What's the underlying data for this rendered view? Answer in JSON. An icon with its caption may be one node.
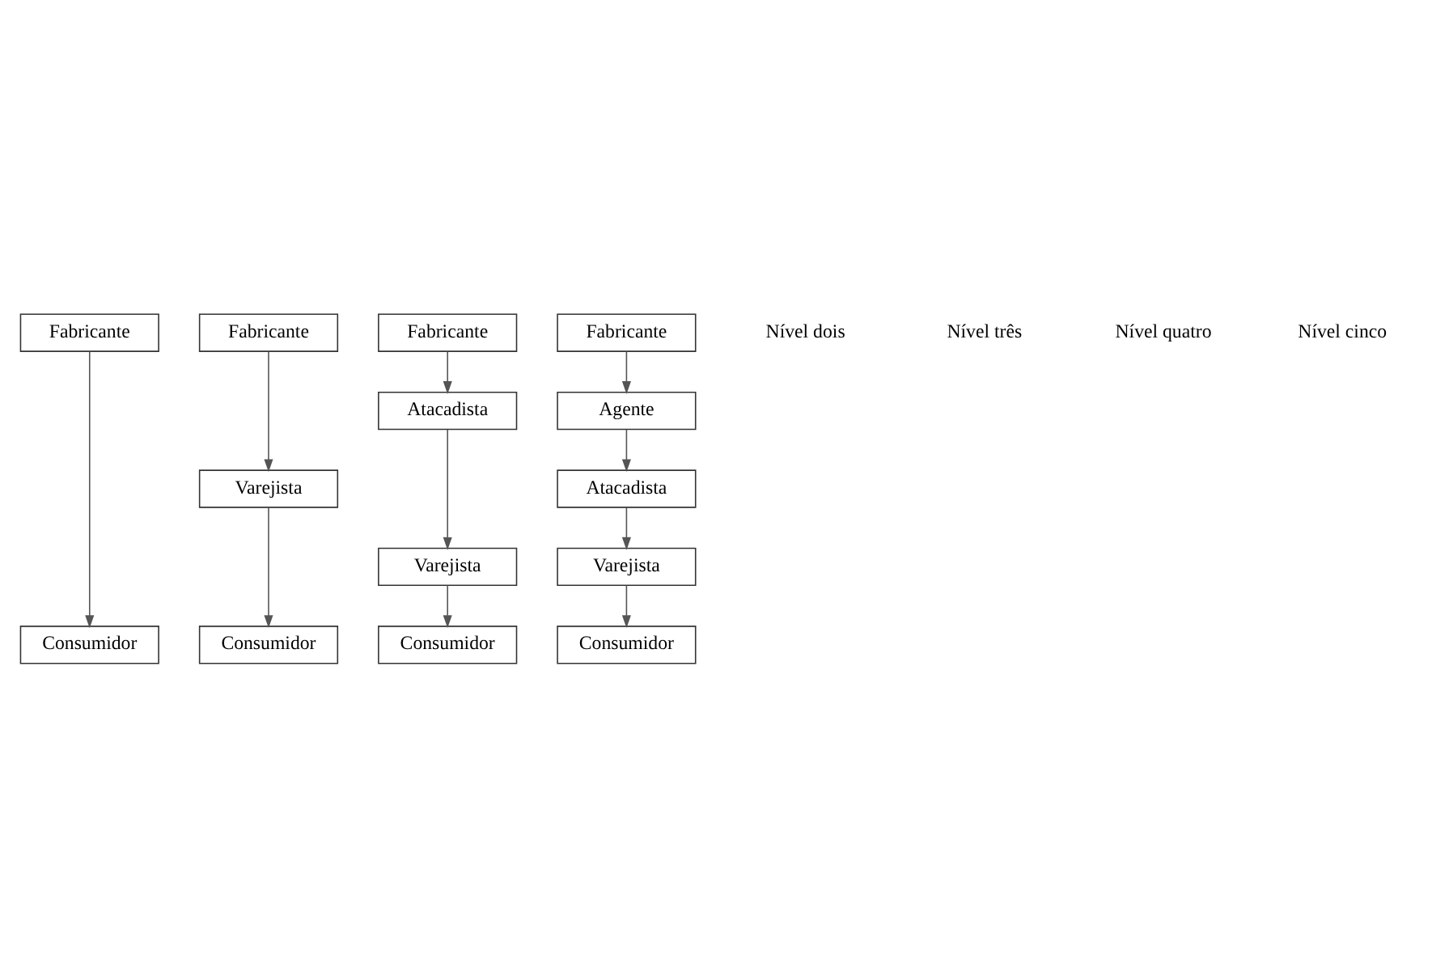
{
  "diagram": {
    "nodes": [
      {
        "text": [
          "Fabricante"
        ]
      },
      {
        "text": [
          "Consumidor"
        ]
      },
      {
        "text": [
          "Fabricante"
        ]
      },
      {
        "text": [
          "Varejista"
        ]
      },
      {
        "text": [
          "Consumidor"
        ]
      },
      {
        "text": [
          "Fabricante"
        ]
      },
      {
        "text": [
          "Atacadista"
        ]
      },
      {
        "text": [
          "Varejista"
        ]
      },
      {
        "text": [
          "Consumidor"
        ]
      },
      {
        "text": [
          "Fabricante"
        ]
      },
      {
        "text": [
          "Agente"
        ]
      },
      {
        "text": [
          "Atacadista"
        ]
      },
      {
        "text": [
          "Varejista"
        ]
      },
      {
        "text": [
          "Consumidor"
        ]
      }
    ],
    "edges": [
      {
        "from": 0,
        "to": 1,
        "arrow": "to"
      },
      {
        "from": 2,
        "to": 3,
        "arrow": "to"
      },
      {
        "from": 3,
        "to": 4,
        "arrow": "to"
      },
      {
        "from": 5,
        "to": 6,
        "arrow": "to"
      },
      {
        "from": 6,
        "to": 7,
        "arrow": "to"
      },
      {
        "from": 7,
        "to": 8,
        "arrow": "to"
      },
      {
        "from": 9,
        "to": 10,
        "arrow": "to"
      },
      {
        "from": 10,
        "to": 11,
        "arrow": "to"
      },
      {
        "from": 11,
        "to": 12,
        "arrow": "to"
      },
      {
        "from": 12,
        "to": 13,
        "arrow": "to"
      }
    ],
    "labels": [
      "Nível dois",
      "Nível três",
      "Nível quatro",
      "Nível cinco"
    ]
  }
}
